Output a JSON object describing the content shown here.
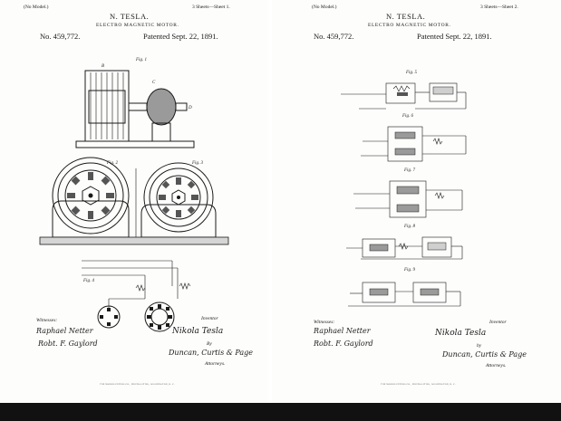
{
  "left": {
    "no_model": "(No Model.)",
    "sheets": "3 Sheets—Sheet 1.",
    "inventor": "N. TESLA.",
    "title": "ELECTRO MAGNETIC MOTOR.",
    "number": "No. 459,772.",
    "patented": "Patented Sept. 22, 1891.",
    "fig1": "Fig. 1",
    "fig2": "Fig. 2",
    "fig3": "Fig. 3",
    "fig4": "Fig. 4",
    "witnesses_label": "Witnesses:",
    "witness1": "Raphael Netter",
    "witness2": "Robt. F. Gaylord",
    "inventor_label": "Inventor",
    "inventor_sig": "Nikola Tesla",
    "by": "By",
    "attorneys_sig": "Duncan, Curtis & Page",
    "attorneys_label": "Attorneys.",
    "footer": "THE NORRIS PETERS CO., PHOTO-LITHO., WASHINGTON, D. C."
  },
  "right": {
    "no_model": "(No Model.)",
    "sheets": "3 Sheets—Sheet 2.",
    "inventor": "N. TESLA.",
    "title": "ELECTRO MAGNETIC MOTOR.",
    "number": "No. 459,772.",
    "patented": "Patented Sept. 22, 1891.",
    "figs": [
      "Fig. 5",
      "Fig. 6",
      "Fig. 7",
      "Fig. 8",
      "Fig. 9"
    ],
    "witnesses_label": "Witnesses:",
    "witness1": "Raphael Netter",
    "witness2": "Robt. F. Gaylord",
    "inventor_label": "Inventor",
    "inventor_sig": "Nikola Tesla",
    "by": "by",
    "attorneys_sig": "Duncan, Curtis & Page",
    "attorneys_label": "Attorneys.",
    "footer": "THE NORRIS PETERS CO., PHOTO-LITHO., WASHINGTON, D. C."
  }
}
